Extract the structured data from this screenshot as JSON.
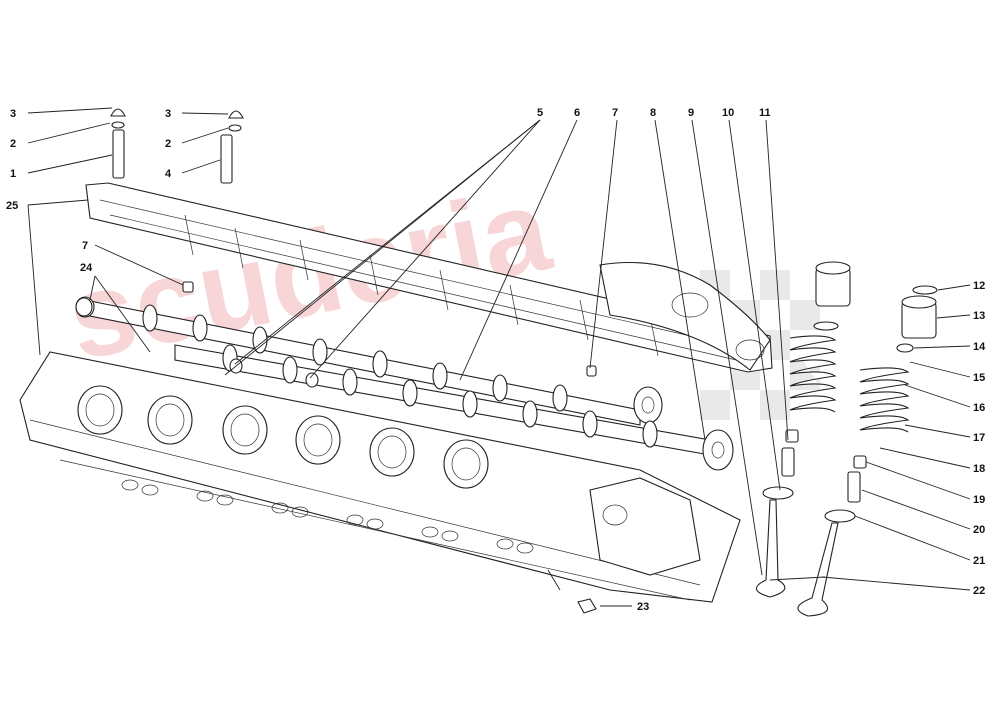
{
  "watermark": {
    "text": "scuderia"
  },
  "callouts": [
    "1",
    "2",
    "3",
    "2",
    "3",
    "4",
    "5",
    "6",
    "7",
    "8",
    "9",
    "10",
    "11",
    "7",
    "24",
    "25",
    "12",
    "13",
    "14",
    "15",
    "16",
    "17",
    "18",
    "19",
    "20",
    "21",
    "22",
    "23"
  ]
}
